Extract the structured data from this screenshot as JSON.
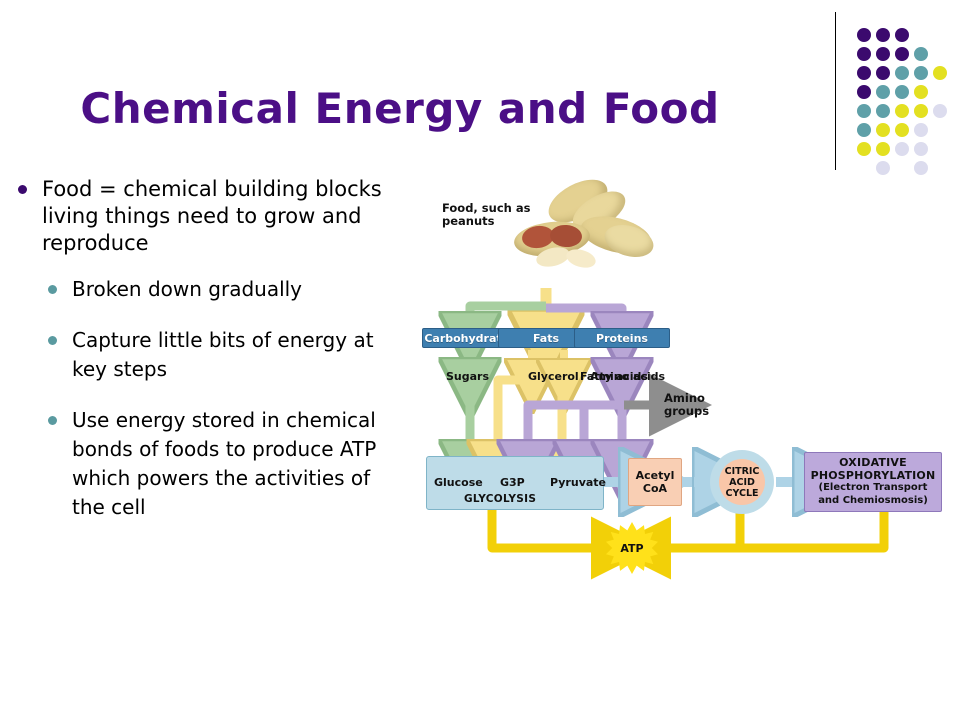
{
  "slide": {
    "title": "Chemical Energy and Food",
    "title_color": "#4B0F86",
    "background": "#FFFFFF"
  },
  "logo": {
    "name": "decorative-dot-grid",
    "colors": {
      "purple": "#3B0A6E",
      "teal": "#5FA0A8",
      "yellow": "#E3E021",
      "lavender": "#DCDCEE"
    },
    "dots": [
      {
        "col": 0,
        "row": 0,
        "color": "#3B0A6E"
      },
      {
        "col": 1,
        "row": 0,
        "color": "#3B0A6E"
      },
      {
        "col": 2,
        "row": 0,
        "color": "#3B0A6E"
      },
      {
        "col": 0,
        "row": 1,
        "color": "#3B0A6E"
      },
      {
        "col": 1,
        "row": 1,
        "color": "#3B0A6E"
      },
      {
        "col": 2,
        "row": 1,
        "color": "#3B0A6E"
      },
      {
        "col": 3,
        "row": 1,
        "color": "#5FA0A8"
      },
      {
        "col": 0,
        "row": 2,
        "color": "#3B0A6E"
      },
      {
        "col": 1,
        "row": 2,
        "color": "#3B0A6E"
      },
      {
        "col": 2,
        "row": 2,
        "color": "#5FA0A8"
      },
      {
        "col": 3,
        "row": 2,
        "color": "#5FA0A8"
      },
      {
        "col": 4,
        "row": 2,
        "color": "#E3E021"
      },
      {
        "col": 0,
        "row": 3,
        "color": "#3B0A6E"
      },
      {
        "col": 1,
        "row": 3,
        "color": "#5FA0A8"
      },
      {
        "col": 2,
        "row": 3,
        "color": "#5FA0A8"
      },
      {
        "col": 3,
        "row": 3,
        "color": "#E3E021"
      },
      {
        "col": 0,
        "row": 4,
        "color": "#5FA0A8"
      },
      {
        "col": 1,
        "row": 4,
        "color": "#5FA0A8"
      },
      {
        "col": 2,
        "row": 4,
        "color": "#E3E021"
      },
      {
        "col": 3,
        "row": 4,
        "color": "#E3E021"
      },
      {
        "col": 4,
        "row": 4,
        "color": "#DCDCEE"
      },
      {
        "col": 0,
        "row": 5,
        "color": "#5FA0A8"
      },
      {
        "col": 1,
        "row": 5,
        "color": "#E3E021"
      },
      {
        "col": 2,
        "row": 5,
        "color": "#E3E021"
      },
      {
        "col": 3,
        "row": 5,
        "color": "#DCDCEE"
      },
      {
        "col": 0,
        "row": 6,
        "color": "#E3E021"
      },
      {
        "col": 1,
        "row": 6,
        "color": "#E3E021"
      },
      {
        "col": 2,
        "row": 6,
        "color": "#DCDCEE"
      },
      {
        "col": 3,
        "row": 6,
        "color": "#DCDCEE"
      },
      {
        "col": 1,
        "row": 7,
        "color": "#DCDCEE"
      },
      {
        "col": 3,
        "row": 7,
        "color": "#DCDCEE"
      }
    ]
  },
  "bullets": [
    {
      "level": 1,
      "marker_color": "#3B0A6E",
      "text": "Food  = chemical building blocks living things need to grow and reproduce"
    },
    {
      "level": 2,
      "marker_color": "#5A9AA0",
      "text": "Broken down gradually"
    },
    {
      "level": 2,
      "marker_color": "#5A9AA0",
      "text": "Capture little bits of energy at key steps"
    },
    {
      "level": 2,
      "marker_color": "#5A9AA0",
      "text": "Use energy stored in chemical bonds of foods to produce ATP which powers the activities of the cell"
    }
  ],
  "diagram": {
    "name": "cellular-respiration-overview",
    "food_caption_line1": "Food, such as",
    "food_caption_line2": "peanuts",
    "macronutrients": [
      {
        "label": "Carbohydrates",
        "color": "#3E7FB0"
      },
      {
        "label": "Fats",
        "color": "#3E7FB0"
      },
      {
        "label": "Proteins",
        "color": "#3E7FB0"
      }
    ],
    "monomers": [
      {
        "label": "Sugars"
      },
      {
        "label": "Glycerol"
      },
      {
        "label": "Fatty acids"
      },
      {
        "label": "Amino acids"
      }
    ],
    "amino_groups_line1": "Amino",
    "amino_groups_line2": "groups",
    "glycolysis": {
      "steps": [
        "Glucose",
        "G3P",
        "Pyruvate"
      ],
      "pathway_label": "GLYCOLYSIS"
    },
    "acetyl_coa_line1": "Acetyl",
    "acetyl_coa_line2": "CoA",
    "citric_acid_cycle_line1": "CITRIC",
    "citric_acid_cycle_line2": "ACID",
    "citric_acid_cycle_line3": "CYCLE",
    "oxidative_line1": "OXIDATIVE",
    "oxidative_line2": "PHOSPHORYLATION",
    "oxidative_line3": "(Electron Transport",
    "oxidative_line4": "and Chemiosmosis)",
    "atp_label": "ATP",
    "arrow_colors": {
      "carbohydrate_green": "#A8CFA0",
      "fat_yellow": "#F7E08A",
      "protein_purple": "#B9A6D6",
      "amino_gray": "#8E8E8E",
      "atp_yellow": "#F2D008",
      "pathway_blue": "#AED3E6"
    }
  }
}
